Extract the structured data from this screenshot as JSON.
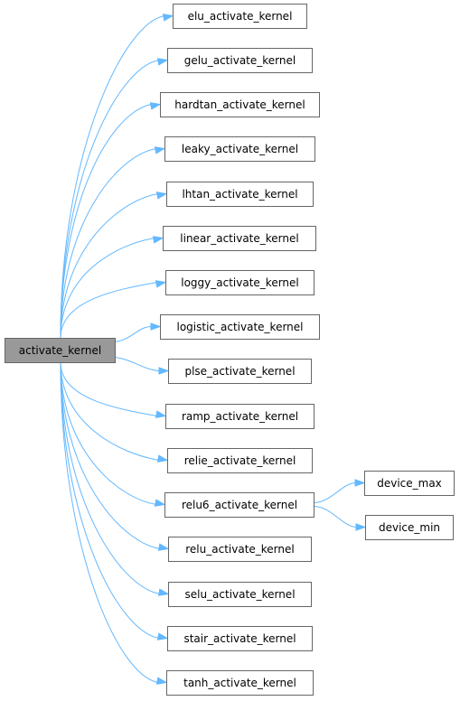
{
  "graph": {
    "root": "activate_kernel",
    "nodes": {
      "activate_kernel": "activate_kernel",
      "elu": "elu_activate_kernel",
      "gelu": "gelu_activate_kernel",
      "hardtan": "hardtan_activate_kernel",
      "leaky": "leaky_activate_kernel",
      "lhtan": "lhtan_activate_kernel",
      "linear": "linear_activate_kernel",
      "loggy": "loggy_activate_kernel",
      "logistic": "logistic_activate_kernel",
      "plse": "plse_activate_kernel",
      "ramp": "ramp_activate_kernel",
      "relie": "relie_activate_kernel",
      "relu6": "relu6_activate_kernel",
      "relu": "relu_activate_kernel",
      "selu": "selu_activate_kernel",
      "stair": "stair_activate_kernel",
      "tanh": "tanh_activate_kernel",
      "device_max": "device_max",
      "device_min": "device_min"
    },
    "edges": [
      [
        "activate_kernel",
        "elu"
      ],
      [
        "activate_kernel",
        "gelu"
      ],
      [
        "activate_kernel",
        "hardtan"
      ],
      [
        "activate_kernel",
        "leaky"
      ],
      [
        "activate_kernel",
        "lhtan"
      ],
      [
        "activate_kernel",
        "linear"
      ],
      [
        "activate_kernel",
        "loggy"
      ],
      [
        "activate_kernel",
        "logistic"
      ],
      [
        "activate_kernel",
        "plse"
      ],
      [
        "activate_kernel",
        "ramp"
      ],
      [
        "activate_kernel",
        "relie"
      ],
      [
        "activate_kernel",
        "relu6"
      ],
      [
        "activate_kernel",
        "relu"
      ],
      [
        "activate_kernel",
        "selu"
      ],
      [
        "activate_kernel",
        "stair"
      ],
      [
        "activate_kernel",
        "tanh"
      ],
      [
        "relu6",
        "device_max"
      ],
      [
        "relu6",
        "device_min"
      ]
    ],
    "colors": {
      "edge": "#63b8ff",
      "node_border": "#666666",
      "root_fill": "#999999",
      "node_fill": "#ffffff"
    }
  }
}
